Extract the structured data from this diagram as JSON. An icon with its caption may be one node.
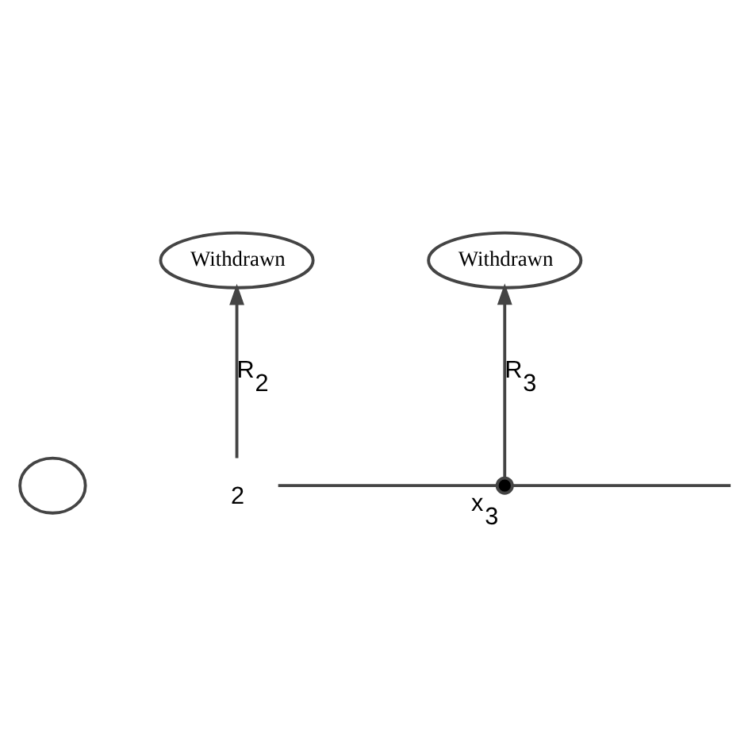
{
  "diagram": {
    "nodes": [
      {
        "text": [],
        "shape": "ellipse"
      },
      {
        "text": [
          "Withdrawn"
        ]
      },
      {
        "text": [
          "Withdrawn"
        ]
      },
      {
        "text": [
          "$_{2}$"
        ]
      },
      {
        "text": [],
        "shape": "circle",
        "beside": [
          "x$_{3}$"
        ]
      }
    ],
    "edges": [
      {
        "from": 3,
        "to": 1,
        "arrow": "to",
        "label": "R$_{2}$"
      },
      {
        "from": 4,
        "to": 2,
        "arrow": "to",
        "label": "R$_{3}$"
      },
      {
        "from": 3,
        "to": 4,
        "arrow": "none"
      },
      {
        "from": 4,
        "to": null,
        "arrow": "none"
      }
    ]
  }
}
